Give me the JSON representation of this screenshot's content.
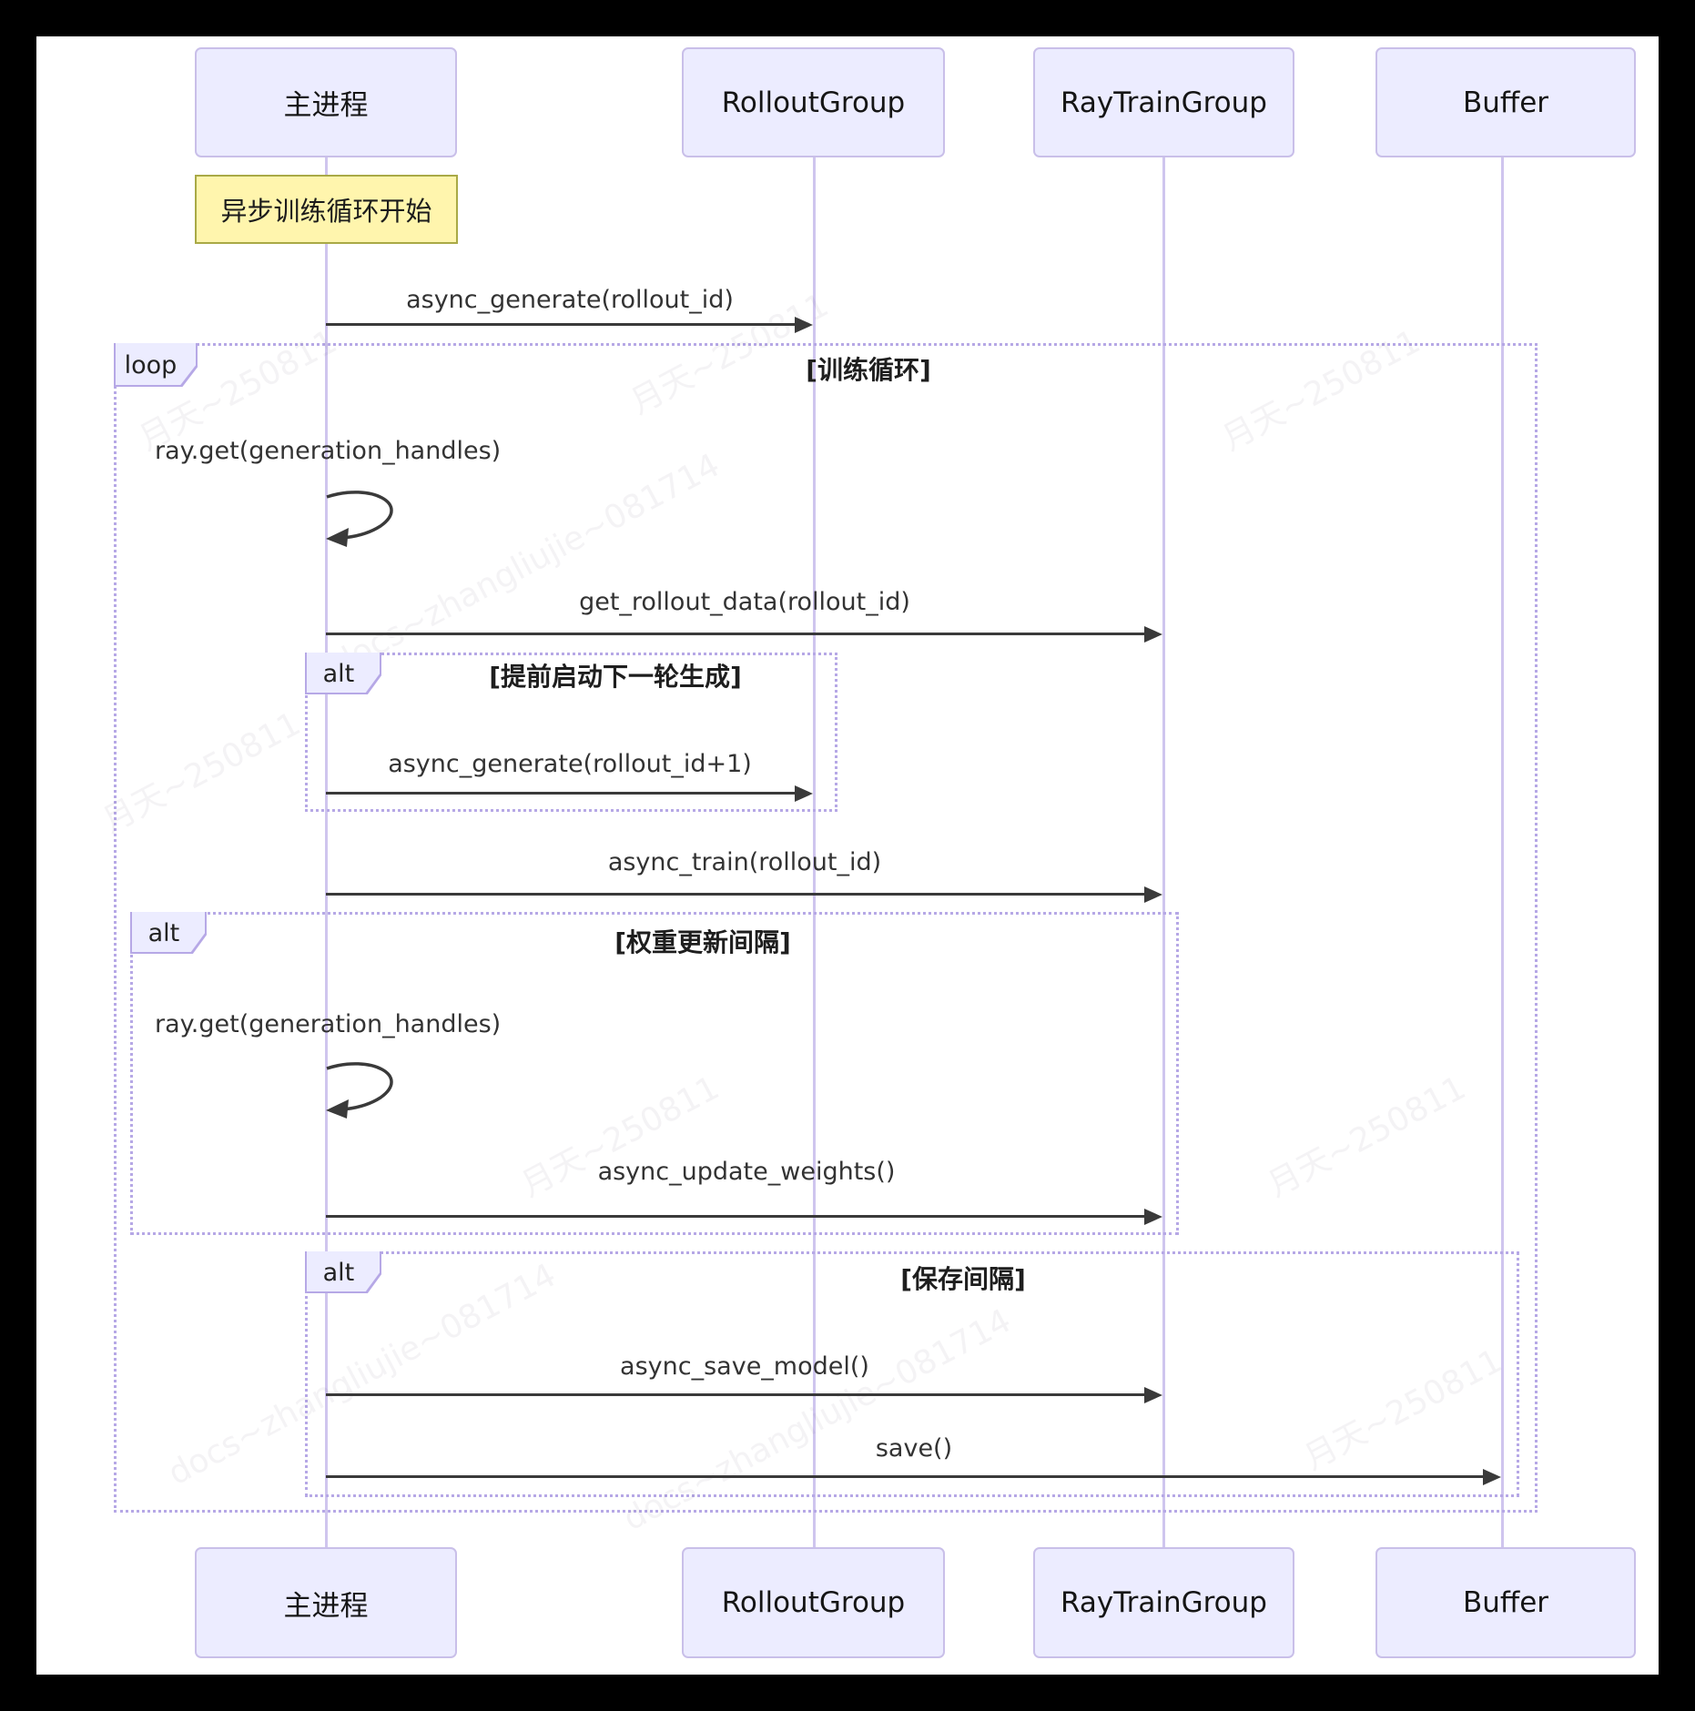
{
  "diagram": {
    "type": "sequence-diagram",
    "participants": [
      {
        "name": "主进程"
      },
      {
        "name": "RolloutGroup"
      },
      {
        "name": "RayTrainGroup"
      },
      {
        "name": "Buffer"
      }
    ],
    "note": {
      "text": "异步训练循环开始"
    },
    "frames": {
      "loop": {
        "label": "loop",
        "condition": "[训练循环]"
      },
      "alt1": {
        "label": "alt",
        "condition": "[提前启动下一轮生成]"
      },
      "alt2": {
        "label": "alt",
        "condition": "[权重更新间隔]"
      },
      "alt3": {
        "label": "alt",
        "condition": "[保存间隔]"
      }
    },
    "messages": {
      "m1": "async_generate(rollout_id)",
      "m2": "ray.get(generation_handles)",
      "m3": "get_rollout_data(rollout_id)",
      "m4": "async_generate(rollout_id+1)",
      "m5": "async_train(rollout_id)",
      "m6": "ray.get(generation_handles)",
      "m7": "async_update_weights()",
      "m8": "async_save_model()",
      "m9": "save()"
    },
    "watermarks": {
      "w1": "月天~250811",
      "w2": "docs~zhangliujie~081714"
    },
    "colors": {
      "participant_fill": "#ececff",
      "participant_border": "#c9bfe9",
      "lifeline": "#cfc5ee",
      "frame_border": "#b6a8e6",
      "note_fill": "#fff5ad",
      "note_border": "#a9a946",
      "arrow": "#3a3a3a",
      "background": "#ffffff",
      "outer_border": "#000000"
    }
  }
}
